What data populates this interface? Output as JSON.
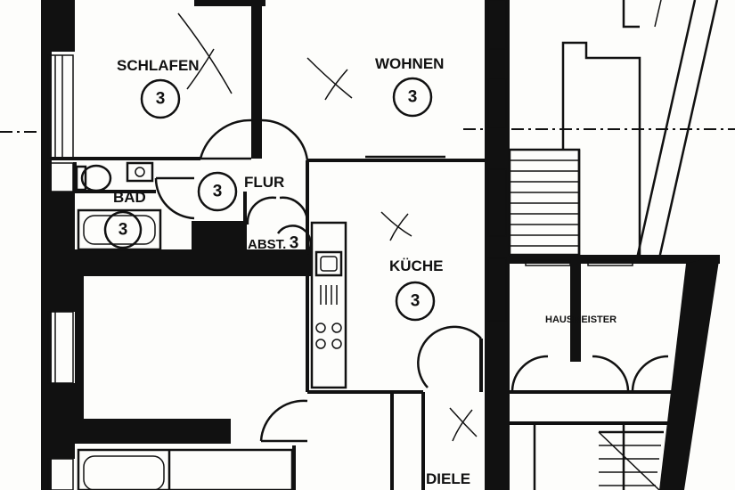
{
  "rooms": {
    "schlafen": {
      "label": "SCHLAFEN",
      "number": "3"
    },
    "wohnen": {
      "label": "WOHNEN",
      "number": "3"
    },
    "flur": {
      "label": "FLUR",
      "number": "3"
    },
    "bad": {
      "label": "BAD",
      "number": "3"
    },
    "abst": {
      "label": "ABST.",
      "number": "3"
    },
    "kueche": {
      "label": "KÜCHE",
      "number": "3"
    },
    "hausmeister": {
      "label": "HAUSMEISTER"
    },
    "diele": {
      "label": "DIELE"
    }
  }
}
